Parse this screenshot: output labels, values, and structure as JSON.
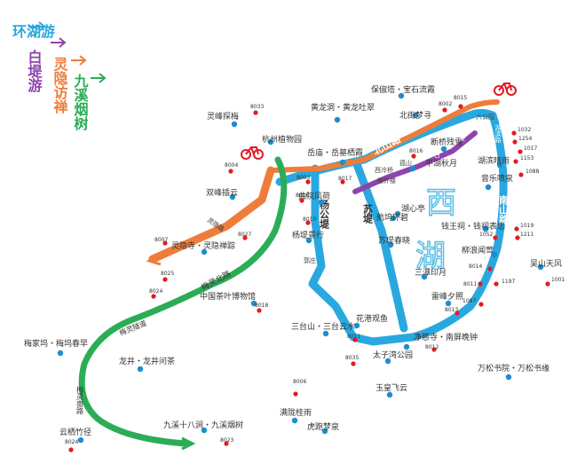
{
  "colors": {
    "huanhu": "#29a8e0",
    "baidi": "#8e44ad",
    "lingyin": "#ee7d3b",
    "jiuxi": "#2bad56",
    "stop_dot": "#e01b24",
    "poi_dot": "#1b8ecf",
    "route_bike_icon": "#e01b24",
    "lake_label": "#5bbfe8"
  },
  "legend": [
    {
      "text": "环湖游",
      "color": "#29a8e0"
    },
    {
      "text": "白堤游",
      "color": "#8e44ad"
    },
    {
      "text": "灵隐访禅",
      "color": "#ee7d3b"
    },
    {
      "text": "九溪烟树",
      "color": "#2bad56"
    }
  ],
  "lake_label": [
    "西",
    "湖"
  ],
  "roads": {
    "beishan": "北山路",
    "baidi_small": [
      "白",
      "堤"
    ],
    "nanshan": "南山路",
    "hubin": "湖滨路",
    "yanggongdi": "杨公堤",
    "sudi": "苏堤",
    "lingyin": "灵隐路",
    "meiling_bei": "梅灵北路",
    "meiling_suidao": "梅灵隧道",
    "meiling_nan": "梅灵南路"
  },
  "places": [
    {
      "name": "保俶塔・宝石流霞"
    },
    {
      "name": "黄龙洞・黄龙吐翠"
    },
    {
      "name": "北街梦寻"
    },
    {
      "name": "断桥残雪"
    },
    {
      "name": "平湖秋月"
    },
    {
      "name": "岳庙・岳墓栖霞"
    },
    {
      "name": "杭州植物园"
    },
    {
      "name": "灵峰探梅"
    },
    {
      "name": "双峰插云"
    },
    {
      "name": "曲院风荷"
    },
    {
      "name": "湖心亭"
    },
    {
      "name": "航坞环碧"
    },
    {
      "name": "苏堤春晓"
    },
    {
      "name": "杨堤景行"
    },
    {
      "name": "灵隐寺・灵隐禅踪"
    },
    {
      "name": "湖滨晴雨"
    },
    {
      "name": "音乐喷泉"
    },
    {
      "name": "钱王祠・钱祠表忠"
    },
    {
      "name": "柳浪闻莺"
    },
    {
      "name": "三潭印月"
    },
    {
      "name": "雷峰夕照"
    },
    {
      "name": "吴山天风"
    },
    {
      "name": "中国茶叶博物馆"
    },
    {
      "name": "花港观鱼"
    },
    {
      "name": "三台山・三台云水"
    },
    {
      "name": "梅家坞・梅坞春早"
    },
    {
      "name": "净慈寺・南屏晚钟"
    },
    {
      "name": "太子湾公园"
    },
    {
      "name": "龙井・龙井问茶"
    },
    {
      "name": "万松书院・万松书缘"
    },
    {
      "name": "玉皇飞云"
    },
    {
      "name": "九溪十八涧・九溪烟树"
    },
    {
      "name": "云栖竹径"
    },
    {
      "name": "满陇桂雨"
    },
    {
      "name": "虎跑梦泉"
    }
  ],
  "small_labels": [
    "六公园",
    "西泠桥",
    "楼外楼",
    "孤山",
    "郭庄"
  ],
  "stops": [
    "8015",
    "8002",
    "1032",
    "1254",
    "1017",
    "1153",
    "1088",
    "8033",
    "8004",
    "8016",
    "8003",
    "8017",
    "8006",
    "8010",
    "8007",
    "8027",
    "8025",
    "8024",
    "8018",
    "1052",
    "1019",
    "1211",
    "8014",
    "8011",
    "1197",
    "1001",
    "8013",
    "1087",
    "8011",
    "8012",
    "8035",
    "8006",
    "8024",
    "8023"
  ]
}
